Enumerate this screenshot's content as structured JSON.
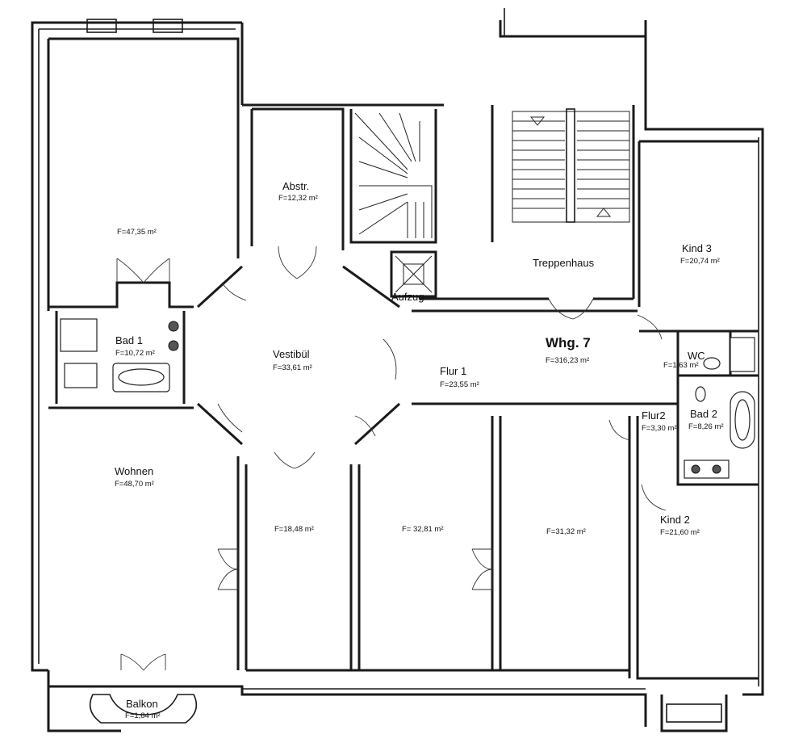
{
  "apartment": {
    "name": "Whg. 7",
    "area": "F=316,23 m²"
  },
  "rooms": {
    "big_north": {
      "area": "F=47,35 m²"
    },
    "abstr": {
      "name": "Abstr.",
      "area": "F=12,32 m²"
    },
    "treppenhaus": {
      "name": "Treppenhaus"
    },
    "aufzug": {
      "name": "Aufzug"
    },
    "kind3": {
      "name": "Kind 3",
      "area": "F=20,74 m²"
    },
    "bad1": {
      "name": "Bad 1",
      "area": "F=10,72 m²"
    },
    "vestibuel": {
      "name": "Vestibül",
      "area": "F=33,61 m²"
    },
    "flur1": {
      "name": "Flur 1",
      "area": "F=23,55 m²"
    },
    "wc": {
      "name": "WC",
      "area": "F=1,63 m²"
    },
    "bad2": {
      "name": "Bad 2",
      "area": "F=8,26 m²"
    },
    "flur2": {
      "name": "Flur2",
      "area": "F=3,30 m²"
    },
    "wohnen": {
      "name": "Wohnen",
      "area": "F=48,70 m²"
    },
    "room_a": {
      "area": "F=18,48 m²"
    },
    "room_b": {
      "area": "F= 32,81 m²"
    },
    "room_c": {
      "area": "F=31,32 m²"
    },
    "kind2": {
      "name": "Kind 2",
      "area": "F=21,60 m²"
    },
    "balkon": {
      "name": "Balkon",
      "area": "F=1,84 m²"
    }
  }
}
